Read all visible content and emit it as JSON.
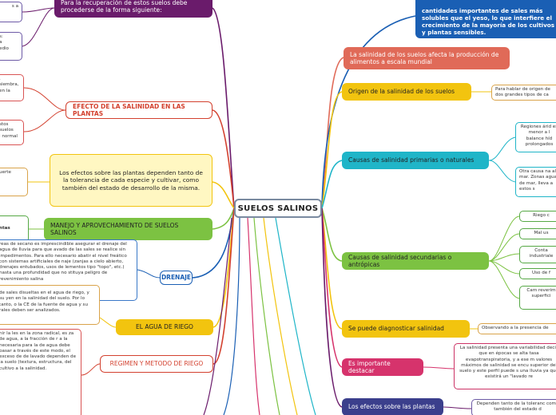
{
  "center": "SUELOS SALINOS",
  "right": {
    "top_note": "cantidades importantes de sales más solubles que el yeso, lo que interfiere el crecimiento de la mayoría de los cultivos y plantas sensibles.",
    "branch1": "La salinidad de los suelos afecta la producción de alimentos a escala mundial",
    "branch2": "Origen de la salinidad de los suelos",
    "branch2_note": "Para hablar de origen de dos grandes tipos de ca",
    "branch3": "Causas de salinidad primarias o naturales",
    "branch3_note1": "Regiones árid es menor a l balance híd prolongados",
    "branch3_note2": "Otra causa na al mar. Zonas agua de mar, lleva a estos s",
    "branch4": "Causas de salinidad secundarias o antrópicas",
    "branch4_items": [
      "Riego c",
      "Mal us",
      "Conta industriale",
      "Uso de f",
      "Cam reverim superfici"
    ],
    "branch5": "Se puede diagnosticar salinidad",
    "branch5_note": "Observando a la presencia de",
    "branch6": "Es importante destacar",
    "branch6_note": "La salinidad presenta una variabilidad decir que en épocas se alta tasa evapotranspiratoria, y a ese m valores máximos de salinidad se encu superior del suelo y este perfil puede s una lluvia ya que existirá un \"lavado re",
    "branch7": "Los efectos sobre las plantas",
    "branch7_note": "Dependen tanto de la toleranc como también del estado d"
  },
  "left": {
    "branch1": "Para la recuperación de estos suelos debe procederse de la forma siguiente:",
    "branch1_notes": [
      "s a",
      "s:\na\nedio"
    ],
    "branch2": "EFECTO DE LA SALINIDAD EN LAS PLANTAS",
    "branch2_notes": [
      ", siembra,\nen la",
      "stos suelos\nl normal"
    ],
    "branch3": "Los efectos sobre las plantas dependen tanto de la tolerancia de cada especie y cultivar, como también del estado de desarrollo de la misma.",
    "branch3_note": "uerte",
    "branch4": "MANEJO Y APROVECHAMIENTO DE SUELOS SALINOS",
    "branch4_note": "ntas",
    "branch5": "DRENAJE",
    "branch5_note": "reas de secano es imprescindible asegurar el drenaje del agua de lluvia para que avado de las sales se realice sin impedimentos. Para ello necesario abatir el nivel freático con sistemas artificiales de naje (zanjas a cielo abierto, drenajes entubados, usos de lementos tipo \"topo\", etc.) hasta una profundidad que no stituya peligro de revenimiento salina",
    "branch6": "EL AGUA DE RIEGO",
    "branch6_note": "de sales disueltas en el agua de riego, y su yen en la salinidad del suelo. Por lo tanto, o la CE de la fuente de agua y su rales deben ser analizados.",
    "branch7": "REGIMEN Y METODO DE RIEGO",
    "branch7_note": "nir la les en la zona radical, es za de agua, a la fracción de r a la necesaria para la de agua debe pasar a través de este modo, el exceso de de lavado dependen de la suelo (textura, estructura, del cultivo a la salinidad."
  },
  "colors": {
    "purple": "#6a1b6b",
    "red": "#d3412f",
    "orange_salmon": "#e06a58",
    "yellow": "#f2c40f",
    "green": "#7cc242",
    "blue": "#1a5fb4",
    "pink": "#d6336c",
    "navy": "#3b3f8c"
  }
}
